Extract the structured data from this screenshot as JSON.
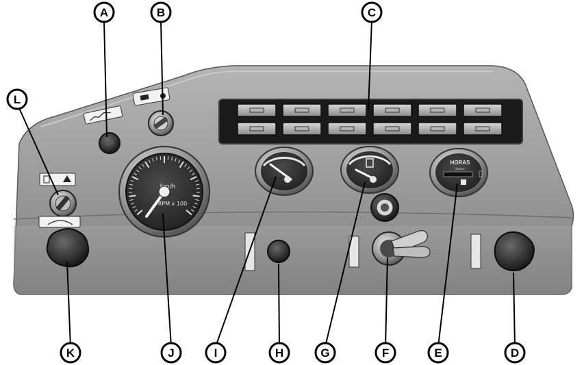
{
  "callouts": [
    {
      "letter": "A"
    },
    {
      "letter": "B"
    },
    {
      "letter": "C"
    },
    {
      "letter": "D"
    },
    {
      "letter": "E"
    },
    {
      "letter": "F"
    },
    {
      "letter": "G"
    },
    {
      "letter": "H"
    },
    {
      "letter": "I"
    },
    {
      "letter": "J"
    },
    {
      "letter": "K"
    },
    {
      "letter": "L"
    }
  ],
  "gauges": {
    "hourmeter_title": "HORAS",
    "hourmeter_brand": "VAWRE",
    "speedometer_unit": "km/h",
    "speedometer_rpm": "RPM x 100"
  },
  "warning_panel": {
    "rows": 2,
    "columns": 6
  },
  "colors": {
    "dash": "#9a9a9a",
    "dash_dark": "#5a5a5a",
    "gauge_face": "#2e2e2e",
    "callout_fill": "#ffffff",
    "ink": "#000000"
  }
}
